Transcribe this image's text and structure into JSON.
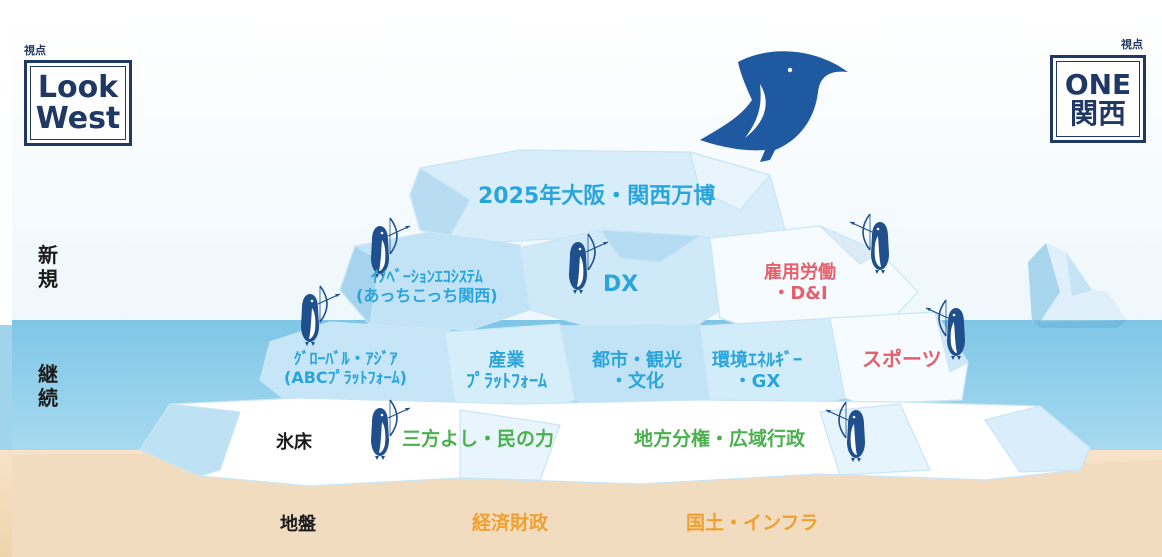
{
  "left_panel": {
    "viewpoint": "視点",
    "line1": "Look",
    "line2": "West"
  },
  "right_panel": {
    "viewpoint": "視点",
    "line1": "ONE",
    "line2": "関西"
  },
  "rows": {
    "new": [
      "新",
      "規"
    ],
    "continuing": [
      "継",
      "続"
    ],
    "ice_floor": "氷床",
    "bedrock": "地盤"
  },
  "topics": {
    "expo": "2025年大阪・関西万博",
    "innovation": [
      "ｲﾉﾍﾞｰｼｮﾝｴｺｼｽﾃﾑ",
      "(あっちこっち関西)"
    ],
    "dx": "DX",
    "employment": [
      "雇用労働",
      "・D&I"
    ],
    "global": [
      "ｸﾞﾛｰﾊﾞﾙ・ｱｼﾞｱ",
      "(ABCﾌﾟﾗｯﾄﾌｫｰﾑ)"
    ],
    "industry": [
      "産業",
      "ﾌﾟﾗｯﾄﾌｫｰﾑ"
    ],
    "urban": [
      "都市・観光",
      "・文化"
    ],
    "environment": [
      "環境ｴﾈﾙｷﾞｰ",
      "・GX"
    ],
    "sports": "スポーツ",
    "sanpo": "三方よし・民の力",
    "decentral": "地方分権・広域行政",
    "finance": "経済財政",
    "infra": "国土・インフラ"
  },
  "colors": {
    "navy": "#1f3864",
    "topic_blue": "#2aa5dc",
    "topic_red": "#e5606a",
    "topic_green": "#4caf50",
    "topic_orange": "#f0a030",
    "sea": "#8ccfe9",
    "sand": "#f2dcc0"
  }
}
